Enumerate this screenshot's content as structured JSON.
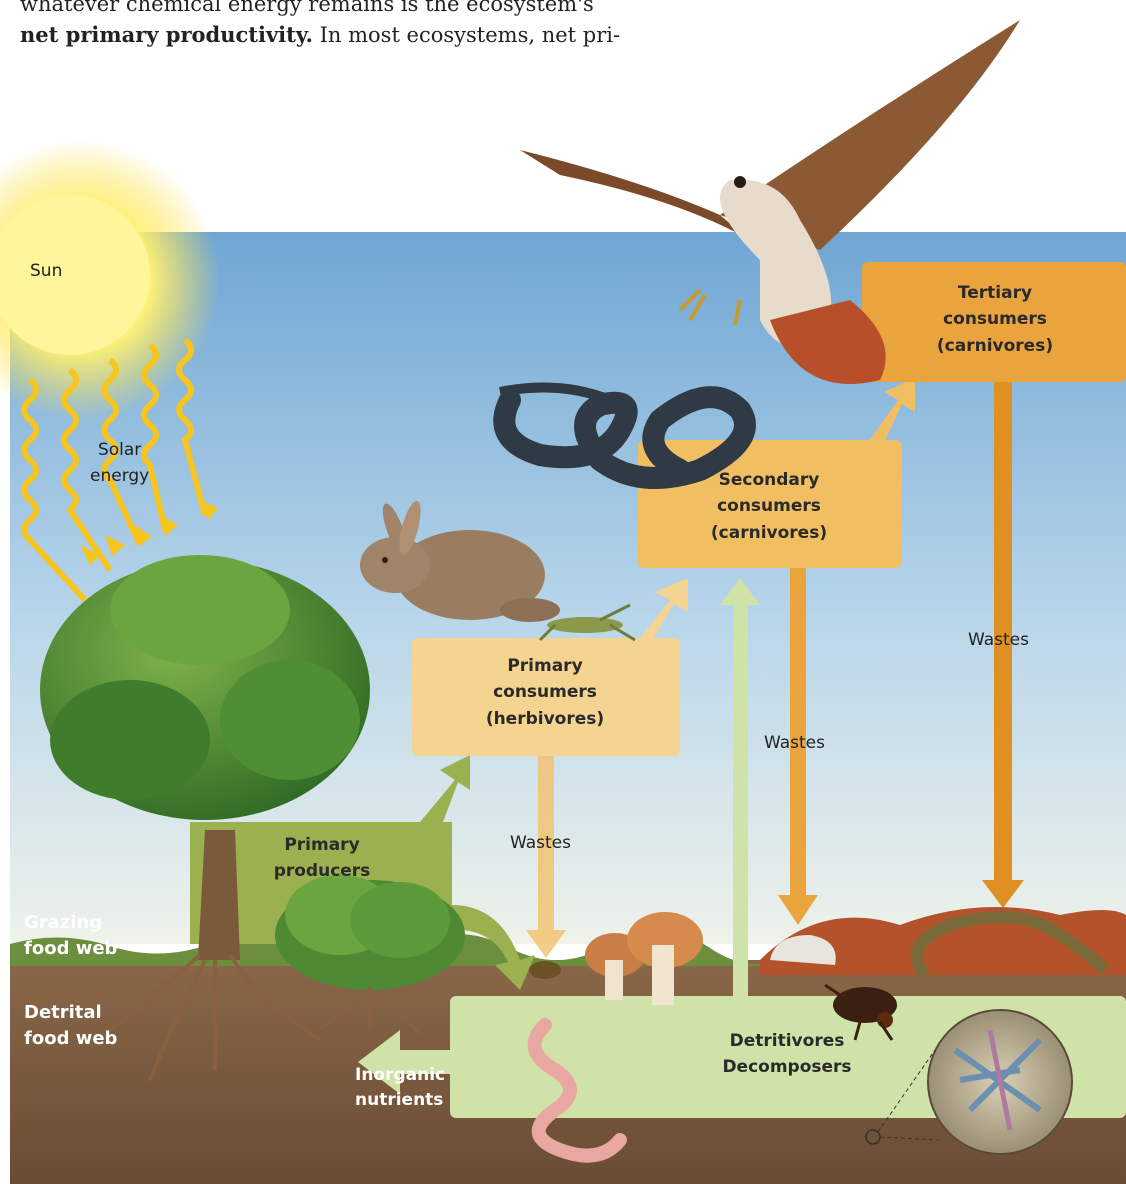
{
  "page_text": {
    "line1": "whatever chemical energy remains is the ecosystem's",
    "line2_bold": "net primary productivity.",
    "line2_rest": " In most ecosystems, net pri-"
  },
  "labels": {
    "sun": "Sun",
    "solar_energy_1": "Solar",
    "solar_energy_2": "energy",
    "grazing_1": "Grazing",
    "grazing_2": "food web",
    "detrital_1": "Detrital",
    "detrital_2": "food web",
    "inorganic_1": "Inorganic",
    "inorganic_2": "nutrients",
    "wastes": "Wastes"
  },
  "boxes": {
    "primary_producers": [
      "Primary",
      "producers"
    ],
    "primary_consumers": [
      "Primary",
      "consumers",
      "(herbivores)"
    ],
    "secondary_consumers": [
      "Secondary",
      "consumers",
      "(carnivores)"
    ],
    "tertiary_consumers": [
      "Tertiary",
      "consumers",
      "(carnivores)"
    ],
    "decomposers": [
      "Detritivores",
      "Decomposers"
    ]
  },
  "colors": {
    "producers": "#9bb04f",
    "primary_consumers": "#f5d390",
    "secondary_consumers": "#f1bf62",
    "tertiary_consumers": "#e9a43d",
    "decomposers": "#cfe3a8",
    "wastes_arrow": "#f2c06a",
    "sky_top": "#6fa6d3",
    "soil": "#7a5a40"
  }
}
